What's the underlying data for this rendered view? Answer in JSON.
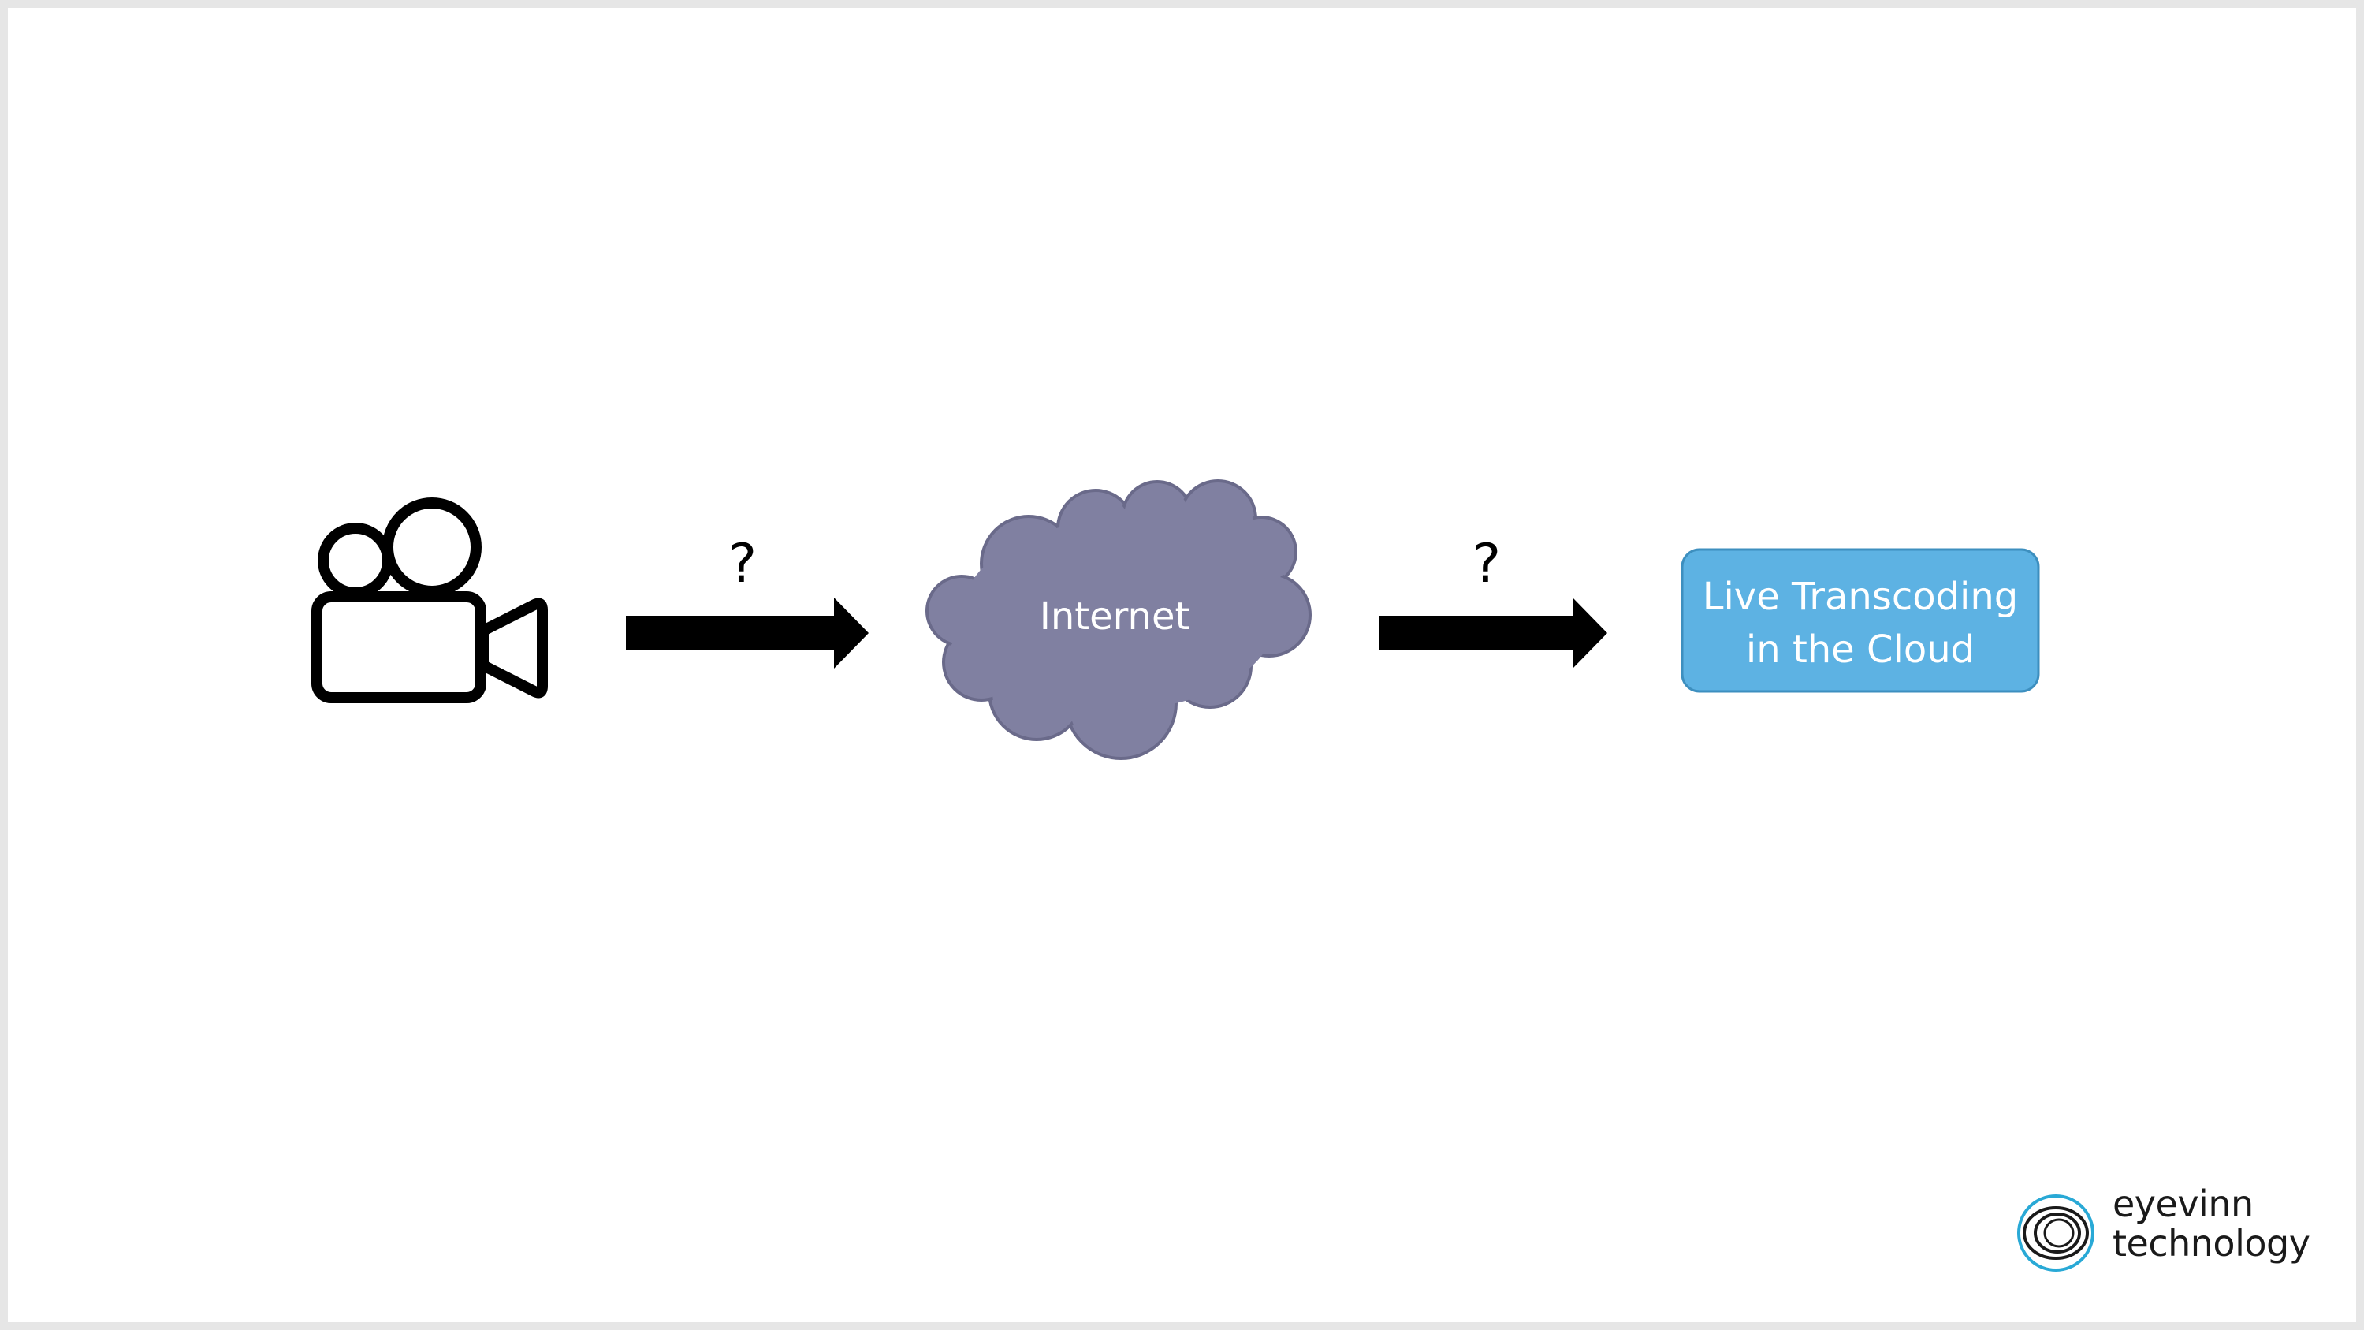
{
  "nodes": {
    "camera": {
      "icon": "video-camera-icon"
    },
    "internet": {
      "label": "Internet",
      "icon": "cloud-shape",
      "fill": "#8080a1",
      "stroke": "#6a6a8a"
    },
    "transcoder": {
      "line1": "Live Transcoding",
      "line2": "in the Cloud",
      "fill": "#5db2e3",
      "stroke": "#3d8fbf"
    }
  },
  "edges": [
    {
      "from": "camera",
      "to": "internet",
      "label": "?"
    },
    {
      "from": "internet",
      "to": "transcoder",
      "label": "?"
    }
  ],
  "branding": {
    "line1": "eyevinn",
    "line2": "technology",
    "accent": "#29a9d6"
  }
}
